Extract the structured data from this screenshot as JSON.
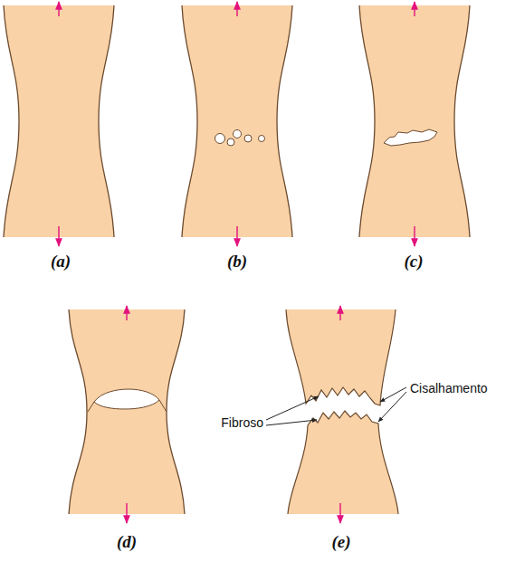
{
  "diagram": {
    "labels": [
      "(a)",
      "(b)",
      "(c)",
      "(d)",
      "(e)",
      "Fibroso",
      "Cisalhamento"
    ]
  }
}
